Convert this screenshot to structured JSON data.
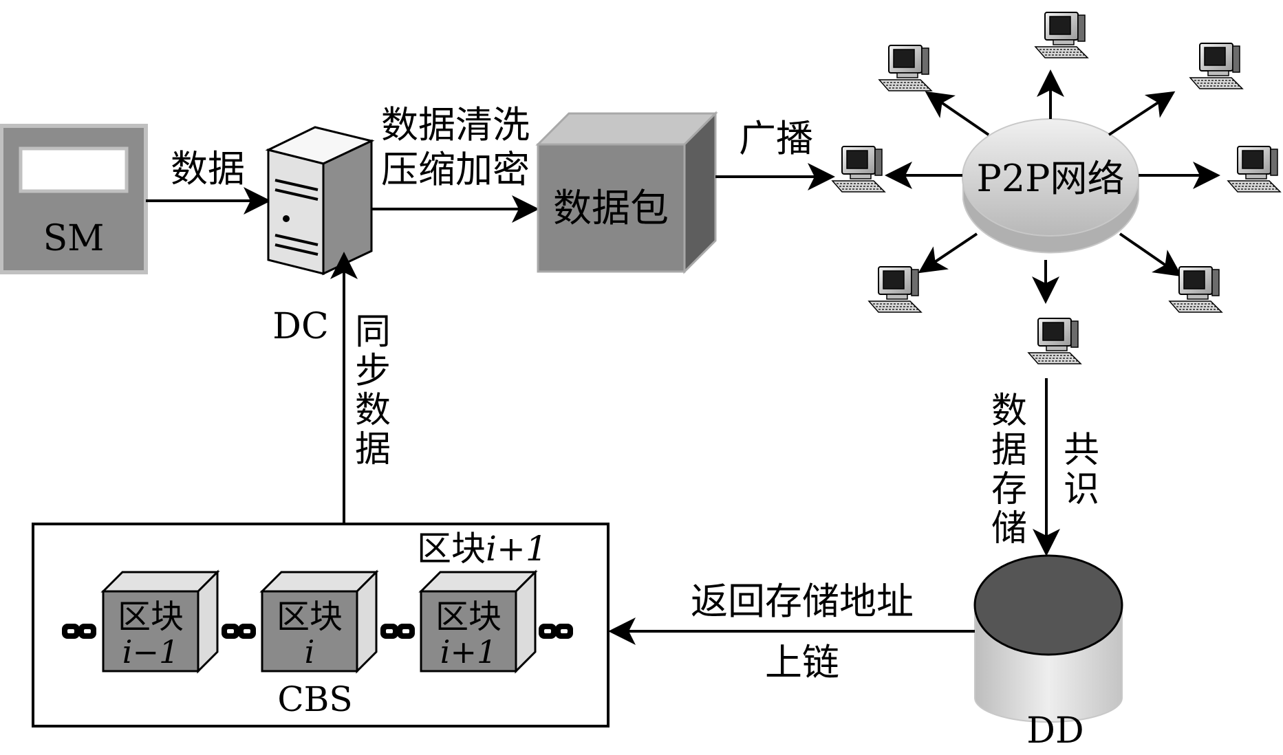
{
  "labels": {
    "sm": "SM",
    "data_in": "数据",
    "dc": "DC",
    "process_line1": "数据清洗",
    "process_line2": "压缩加密",
    "packet": "数据包",
    "broadcast": "广播",
    "p2p": "P2P网络",
    "sync": [
      "同",
      "步",
      "数",
      "据"
    ],
    "storage": [
      "数",
      "据",
      "存",
      "储"
    ],
    "consensus": [
      "共",
      "识"
    ],
    "dd": "DD",
    "return_line1": "返回存储地址",
    "return_line2": "上链",
    "cbs": "CBS",
    "next_block_prefix": "区块",
    "next_block_suffix": "i+1",
    "blocks": [
      {
        "title": "区块",
        "index": "i−1"
      },
      {
        "title": "区块",
        "index": "i"
      },
      {
        "title": "区块",
        "index": "i+1"
      }
    ]
  },
  "icons": {
    "computer": "computer-icon",
    "server": "server-icon",
    "database": "database-icon",
    "chain_link": "chain-link-icon"
  },
  "colors": {
    "line": "#000000",
    "dark_fill": "#555555",
    "mid_fill": "#8a8a8a",
    "light_fill": "#c8c8c8",
    "pale_fill": "#e6e6e6"
  }
}
